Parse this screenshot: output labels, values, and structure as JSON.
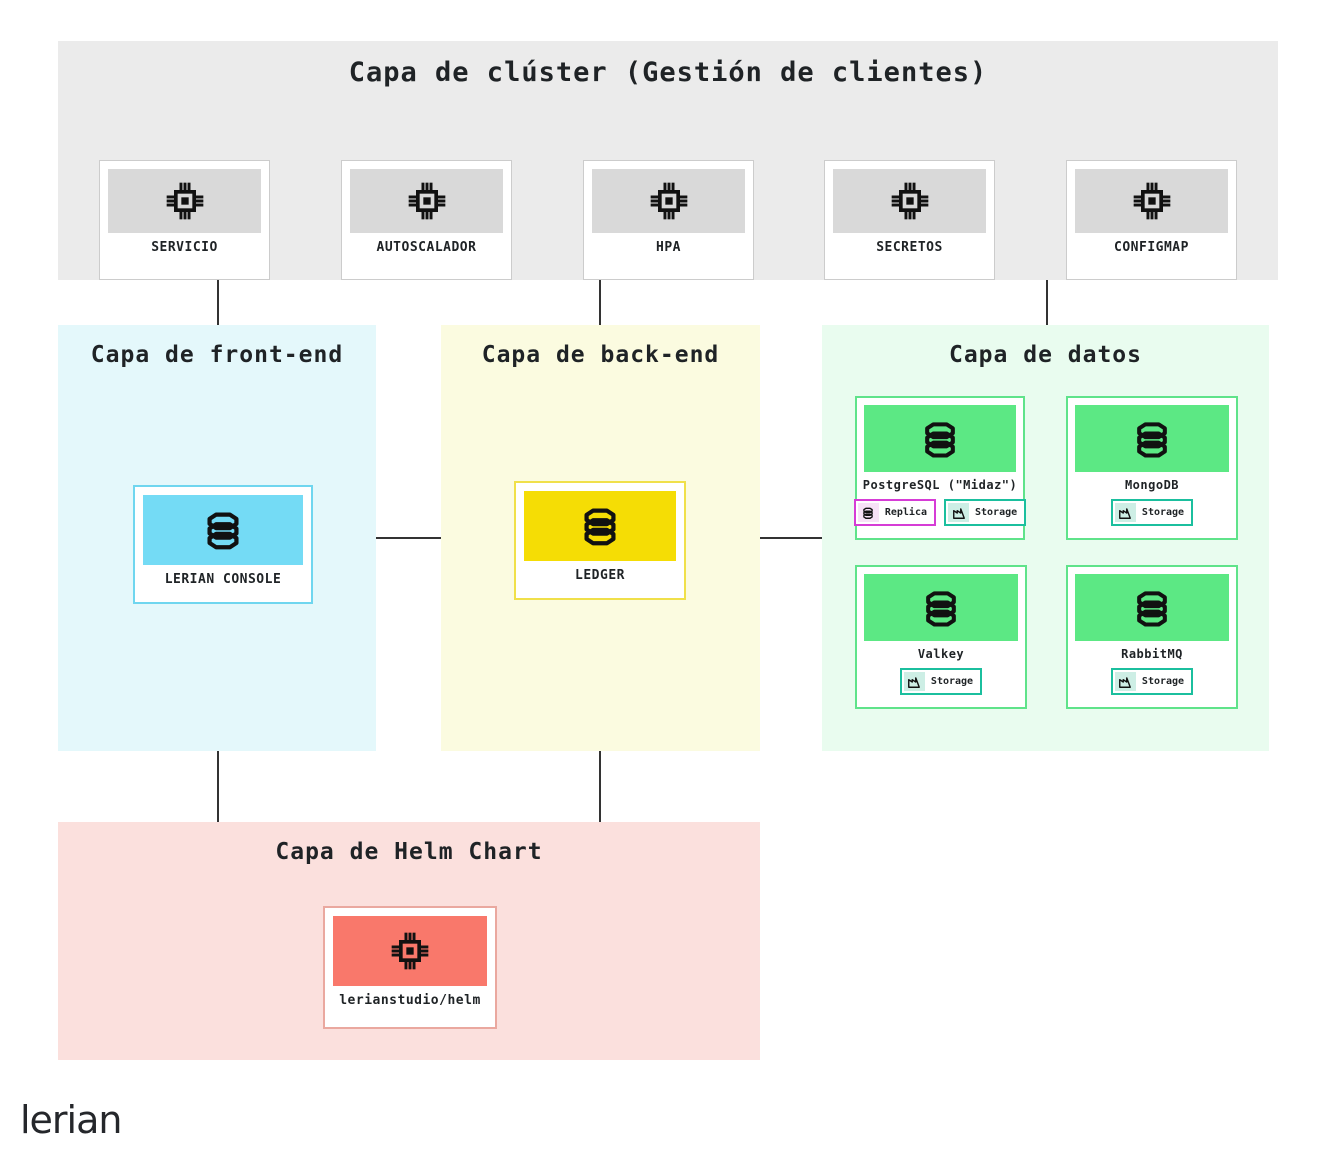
{
  "diagram": {
    "logo": "lerian",
    "colors": {
      "cluster_bg": "#ebebeb",
      "frontend_bg": "#e4f8fb",
      "backend_bg": "#fbfbe0",
      "data_bg": "#e9fcef",
      "helm_bg": "#fbe0dd",
      "console_accent": "#74dbf5",
      "ledger_accent": "#f5dd05",
      "helm_accent": "#f9786b",
      "data_accent": "#5ce884",
      "replica_border": "#d63cd6",
      "storage_border": "#1bbf9e",
      "connector": "#333333"
    },
    "layers": [
      {
        "id": "cluster",
        "title": "Capa de clúster (Gestión de clientes)",
        "nodes": [
          {
            "label": "SERVICIO",
            "icon": "chip-icon"
          },
          {
            "label": "AUTOSCALADOR",
            "icon": "chip-icon"
          },
          {
            "label": "HPA",
            "icon": "chip-icon"
          },
          {
            "label": "SECRETOS",
            "icon": "chip-icon"
          },
          {
            "label": "CONFIGMAP",
            "icon": "chip-icon"
          }
        ]
      },
      {
        "id": "frontend",
        "title": "Capa de front-end",
        "nodes": [
          {
            "label": "LERIAN CONSOLE",
            "icon": "database-icon"
          }
        ]
      },
      {
        "id": "backend",
        "title": "Capa de back-end",
        "nodes": [
          {
            "label": "LEDGER",
            "icon": "database-icon"
          }
        ]
      },
      {
        "id": "data",
        "title": "Capa de datos",
        "nodes": [
          {
            "label": "PostgreSQL (\"Midaz\")",
            "icon": "database-icon",
            "badges": [
              {
                "label": "Replica",
                "icon": "database-badge-icon",
                "kind": "replica"
              },
              {
                "label": "Storage",
                "icon": "storage-badge-icon",
                "kind": "storage"
              }
            ]
          },
          {
            "label": "MongoDB",
            "icon": "database-icon",
            "badges": [
              {
                "label": "Storage",
                "icon": "storage-badge-icon",
                "kind": "storage"
              }
            ]
          },
          {
            "label": "Valkey",
            "icon": "database-icon",
            "badges": [
              {
                "label": "Storage",
                "icon": "storage-badge-icon",
                "kind": "storage"
              }
            ]
          },
          {
            "label": "RabbitMQ",
            "icon": "database-icon",
            "badges": [
              {
                "label": "Storage",
                "icon": "storage-badge-icon",
                "kind": "storage"
              }
            ]
          }
        ]
      },
      {
        "id": "helm",
        "title": "Capa de Helm Chart",
        "nodes": [
          {
            "label": "lerianstudio/helm",
            "icon": "chip-icon"
          }
        ]
      }
    ],
    "connectors": [
      {
        "from": "cluster",
        "to": "frontend",
        "orientation": "vertical"
      },
      {
        "from": "cluster",
        "to": "backend",
        "orientation": "vertical"
      },
      {
        "from": "cluster",
        "to": "data",
        "orientation": "vertical"
      },
      {
        "from": "frontend",
        "to": "backend",
        "orientation": "horizontal"
      },
      {
        "from": "backend",
        "to": "data",
        "orientation": "horizontal"
      },
      {
        "from": "frontend",
        "to": "helm",
        "orientation": "vertical"
      },
      {
        "from": "backend",
        "to": "helm",
        "orientation": "vertical"
      }
    ]
  }
}
